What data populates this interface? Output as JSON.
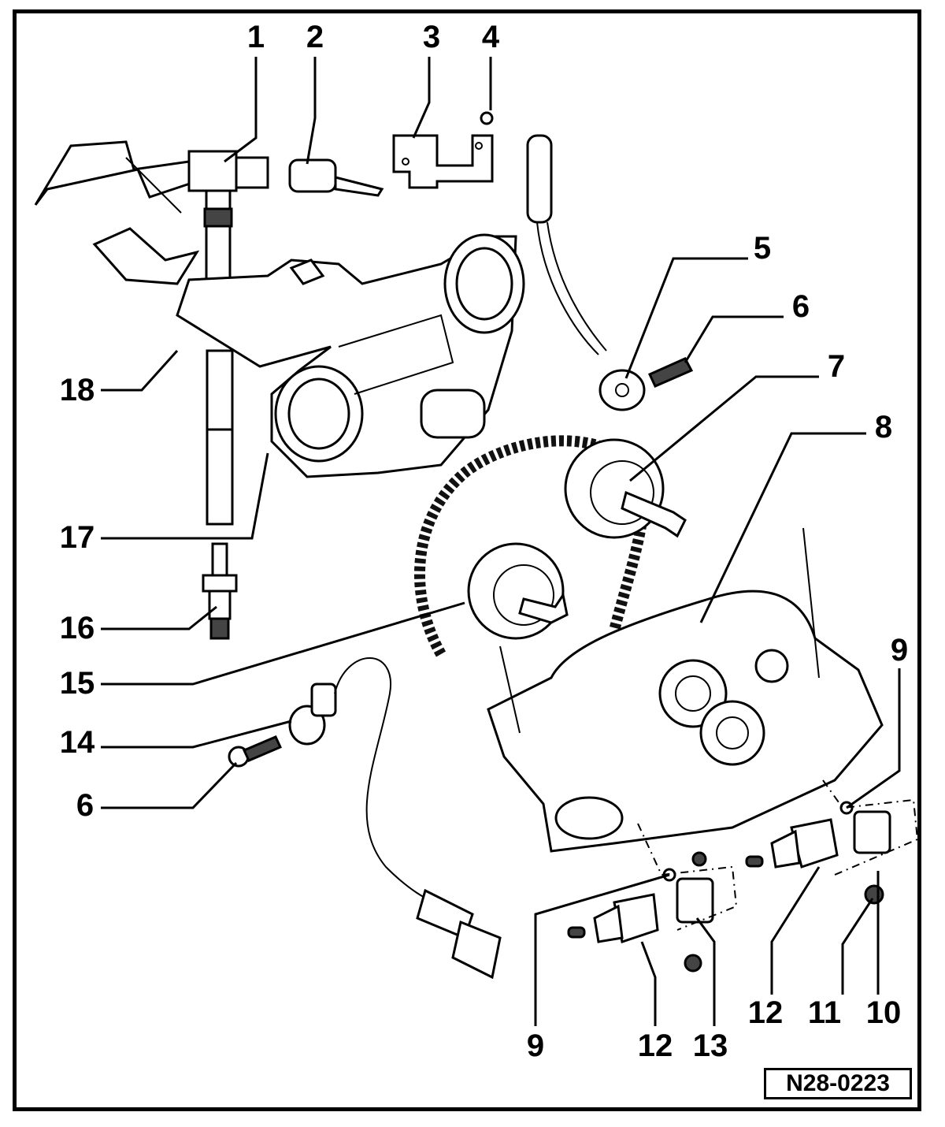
{
  "diagram": {
    "reference_code": "N28-0223",
    "callouts": [
      {
        "id": "c1",
        "label": "1",
        "part": "ignition-coil"
      },
      {
        "id": "c2",
        "label": "2",
        "part": "sensor-connector"
      },
      {
        "id": "c3",
        "label": "3",
        "part": "bracket"
      },
      {
        "id": "c4",
        "label": "4",
        "part": "screw"
      },
      {
        "id": "c5",
        "label": "5",
        "part": "knock-sensor"
      },
      {
        "id": "c6a",
        "label": "6",
        "part": "bolt"
      },
      {
        "id": "c7",
        "label": "7",
        "part": "camshaft-adjuster"
      },
      {
        "id": "c8",
        "label": "8",
        "part": "timing-cover"
      },
      {
        "id": "c9a",
        "label": "9",
        "part": "gasket"
      },
      {
        "id": "c9b",
        "label": "9",
        "part": "gasket"
      },
      {
        "id": "c10",
        "label": "10",
        "part": "hall-sender"
      },
      {
        "id": "c11",
        "label": "11",
        "part": "bolt"
      },
      {
        "id": "c12a",
        "label": "12",
        "part": "solenoid-valve"
      },
      {
        "id": "c12b",
        "label": "12",
        "part": "solenoid-valve"
      },
      {
        "id": "c13",
        "label": "13",
        "part": "hall-sender"
      },
      {
        "id": "c14",
        "label": "14",
        "part": "knock-sensor"
      },
      {
        "id": "c6b",
        "label": "6",
        "part": "bolt"
      },
      {
        "id": "c15",
        "label": "15",
        "part": "timing-chain"
      },
      {
        "id": "c16",
        "label": "16",
        "part": "spark-plug"
      },
      {
        "id": "c17",
        "label": "17",
        "part": "cylinder-head-cover"
      },
      {
        "id": "c18",
        "label": "18",
        "part": "cover-bracket"
      }
    ]
  }
}
